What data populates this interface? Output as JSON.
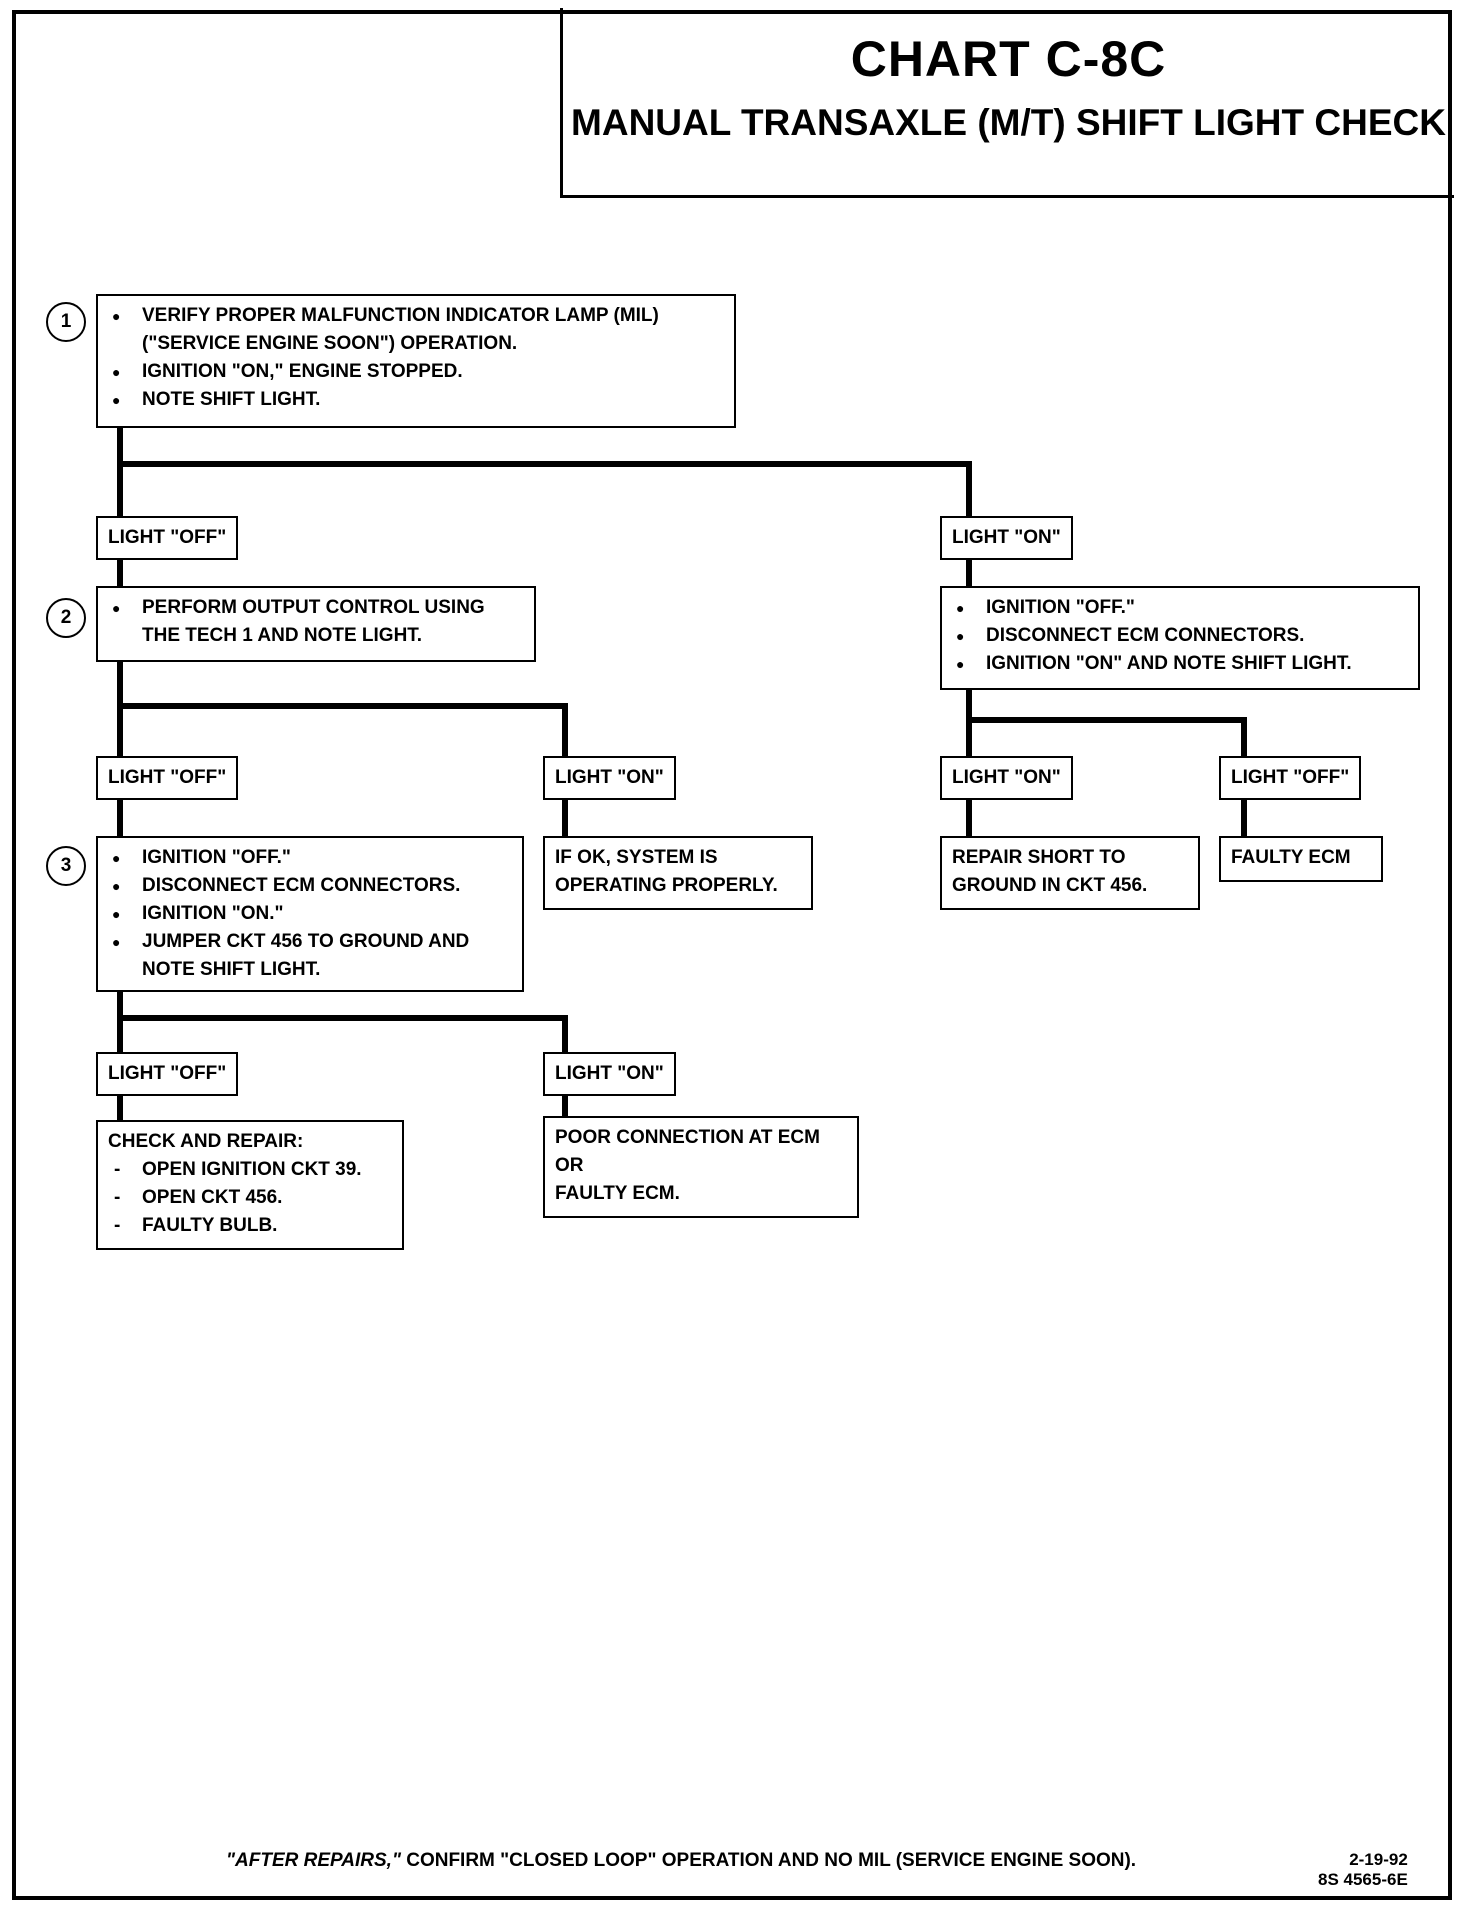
{
  "title": {
    "chart": "CHART C-8C",
    "subtitle": "MANUAL TRANSAXLE (M/T) SHIFT LIGHT CHECK"
  },
  "steps": {
    "s1": "1",
    "s2": "2",
    "s3": "3"
  },
  "step1": {
    "items": [
      "VERIFY PROPER MALFUNCTION INDICATOR LAMP (MIL) (\"SERVICE ENGINE SOON\") OPERATION.",
      "IGNITION \"ON,\" ENGINE STOPPED.",
      "NOTE SHIFT LIGHT."
    ]
  },
  "labels": {
    "l1_off": "LIGHT \"OFF\"",
    "l1_on": "LIGHT \"ON\"",
    "l2_off": "LIGHT \"OFF\"",
    "l2_on": "LIGHT \"ON\"",
    "r_on": "LIGHT \"ON\"",
    "r_off": "LIGHT \"OFF\"",
    "l3_off": "LIGHT \"OFF\"",
    "l3_on": "LIGHT \"ON\""
  },
  "step2": {
    "items": [
      "PERFORM OUTPUT CONTROL USING THE TECH 1 AND NOTE LIGHT."
    ]
  },
  "right_check": {
    "items": [
      "IGNITION \"OFF.\"",
      "DISCONNECT ECM CONNECTORS.",
      "IGNITION \"ON\" AND NOTE SHIFT LIGHT."
    ]
  },
  "step3": {
    "items": [
      "IGNITION \"OFF.\"",
      "DISCONNECT ECM CONNECTORS.",
      "IGNITION \"ON.\"",
      "JUMPER CKT 456 TO GROUND AND NOTE SHIFT LIGHT."
    ]
  },
  "results": {
    "system_ok": "IF OK, SYSTEM IS OPERATING PROPERLY.",
    "repair_short": "REPAIR SHORT TO GROUND IN CKT 456.",
    "faulty_ecm": "FAULTY ECM",
    "check_repair_title": "CHECK AND REPAIR:",
    "check_repair_items": [
      "OPEN IGNITION CKT 39.",
      "OPEN CKT 456.",
      "FAULTY BULB."
    ],
    "poor_connection": [
      "POOR CONNECTION AT ECM",
      "OR",
      "FAULTY ECM."
    ]
  },
  "footer": {
    "after": "\"AFTER REPAIRS,\"",
    "rest": " CONFIRM \"CLOSED LOOP\" OPERATION AND NO MIL (SERVICE ENGINE SOON).",
    "date": "2-19-92",
    "code": "8S 4565-6E"
  }
}
